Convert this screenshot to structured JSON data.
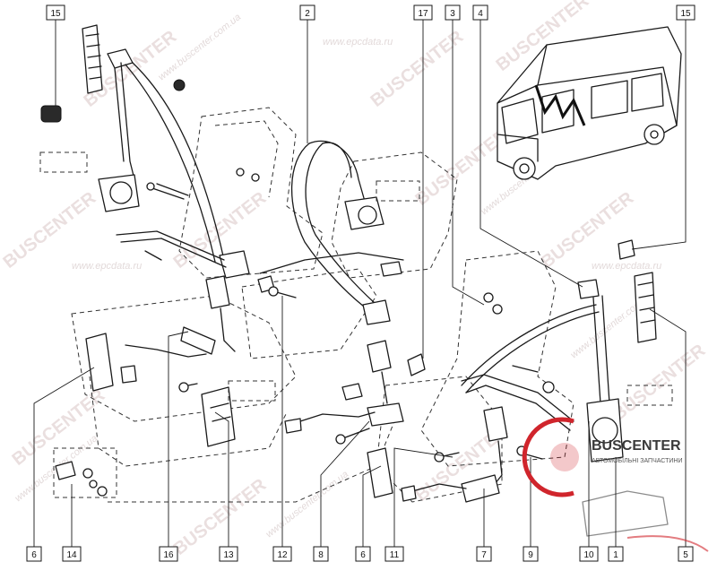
{
  "watermarks": {
    "brand": "BUSCENTER",
    "site_ua": "www.buscenter.com.ua",
    "site_epc": "www.epcdata.ru"
  },
  "callouts": [
    "15",
    "2",
    "17",
    "3",
    "4",
    "15",
    "6",
    "14",
    "16",
    "13",
    "12",
    "8",
    "6",
    "11",
    "7",
    "9",
    "10",
    "1",
    "5"
  ],
  "logo": {
    "name": "BUSCENTER",
    "tagline": "АВТОМОБІЛЬНІ ЗАПЧАСТИНИ"
  },
  "colors": {
    "accent": "#d0252c",
    "ink": "#1a1a1a"
  }
}
